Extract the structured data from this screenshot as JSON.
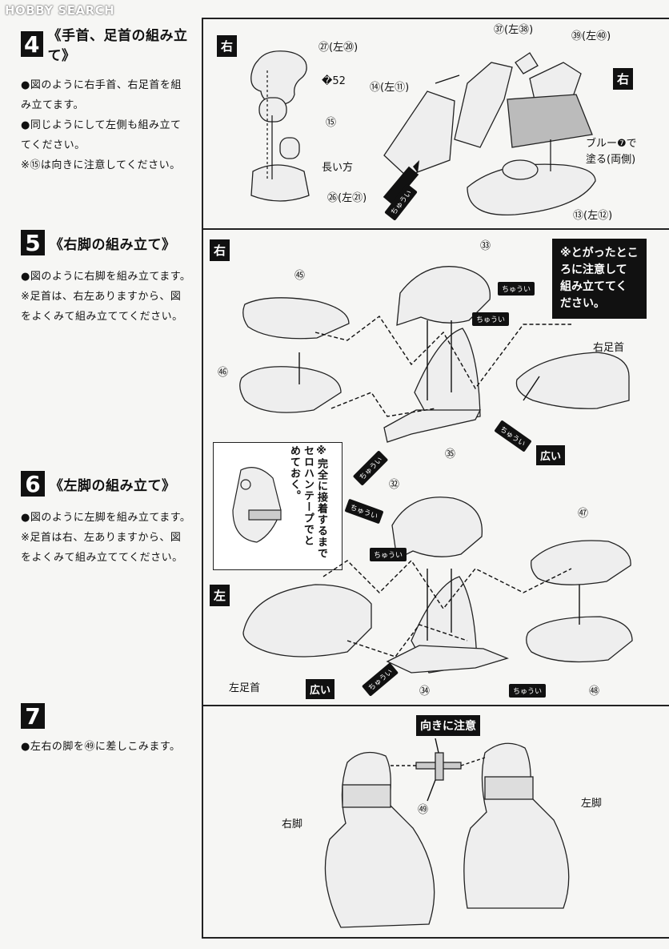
{
  "watermark": "HOBBY SEARCH",
  "steps": [
    {
      "num": "4",
      "title": "《手首、足首の組み立て》",
      "lines": [
        "●図のように右手首、右足首を組",
        "み立てます。",
        "●同じようにして左側も組み立て",
        "てください。",
        "※⑮は向きに注意してください。"
      ]
    },
    {
      "num": "5",
      "title": "《右脚の組み立て》",
      "lines": [
        "●図のように右脚を組み立てます。",
        "※足首は、右左ありますから、図",
        "をよくみて組み立ててください。"
      ]
    },
    {
      "num": "6",
      "title": "《左脚の組み立て》",
      "lines": [
        "●図のように左脚を組み立てます。",
        "※足首は右、左ありますから、図",
        "をよくみて組み立ててください。"
      ]
    },
    {
      "num": "7",
      "title": "",
      "lines": [
        "●左右の脚を㊾に差しこみます。"
      ]
    }
  ],
  "panel4": {
    "side_left": "右",
    "side_right": "右",
    "parts": [
      "㉗(左⑳)",
      "�52",
      "⑮",
      "長い方",
      "㉖(左㉑)",
      "⑭(左⑪)",
      "㊲(左㊳)",
      "㊴(左㊵)",
      "⑬(左⑫)"
    ],
    "paint_note": [
      "ブルー❼で",
      "塗る(両側)"
    ],
    "caution": "ちゅうい"
  },
  "panel5": {
    "side": "右",
    "note": [
      "※とがったとこ",
      "ろに注意して",
      "組み立ててく",
      "ださい。"
    ],
    "parts": [
      "㊺",
      "㊻",
      "㉝",
      "㉟"
    ],
    "foot_label": "右足首",
    "wide": "広い",
    "caution": "ちゅうい"
  },
  "inset_note": [
    "※完全に接着するまで",
    "セロハンテープでと",
    "めておく。"
  ],
  "panel6": {
    "side": "左",
    "parts": [
      "㉜",
      "㊼",
      "㊽",
      "㉞"
    ],
    "foot_label": "左足首",
    "wide": "広い",
    "caution": "ちゅうい"
  },
  "panel7": {
    "orient_note": "向きに注意",
    "part": "㊾",
    "right_leg": "右脚",
    "left_leg": "左脚"
  }
}
